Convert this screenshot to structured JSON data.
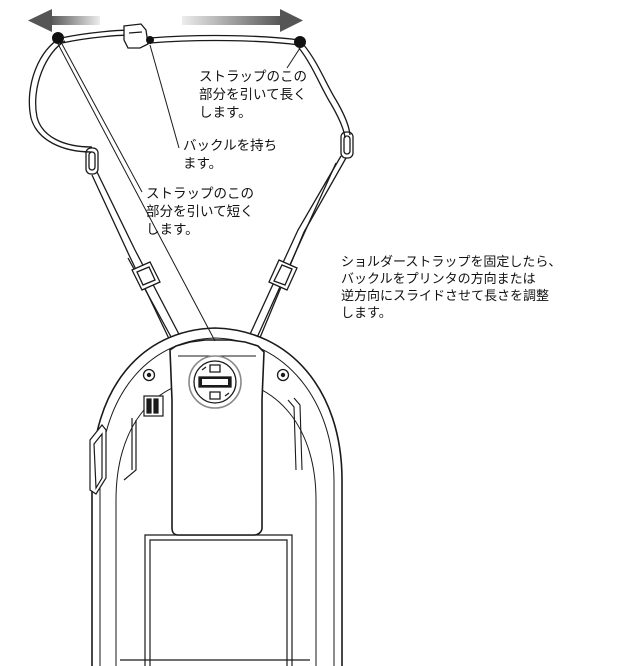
{
  "annotations": {
    "lengthen": {
      "lines": [
        "ストラップのこの",
        "部分を引いて長く",
        "します。"
      ]
    },
    "hold_buckle": {
      "lines": [
        "バックルを持ち",
        "ます。"
      ]
    },
    "shorten": {
      "lines": [
        "ストラップのこの",
        "部分を引いて短く",
        "します。"
      ]
    },
    "instruction": {
      "lines": [
        "ショルダーストラップを固定したら、",
        "バックルをプリンタの方向または",
        "逆方向にスライドさせて長さを調整",
        "します。"
      ]
    }
  },
  "colors": {
    "line": "#1a1a1a",
    "arrow_dark": "#555555",
    "arrow_light": "#e6e6e6",
    "background": "#ffffff"
  }
}
